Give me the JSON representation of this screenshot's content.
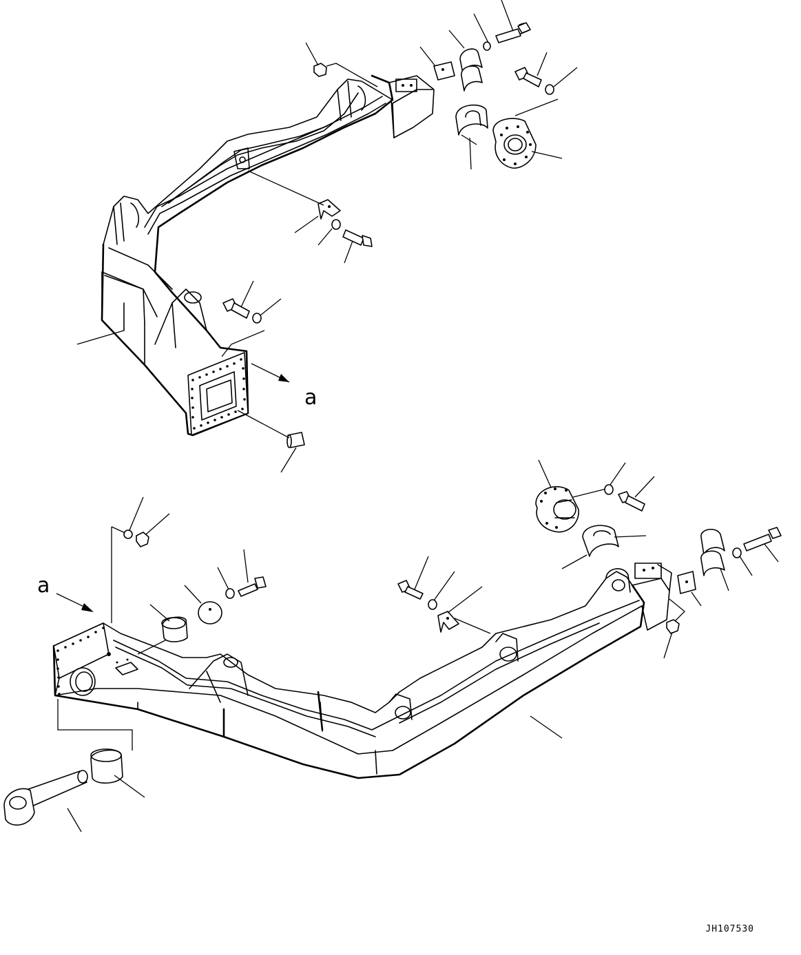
{
  "diagram": {
    "view_marker_label": "a",
    "view_marker_label_lower": "a",
    "drawing_id": "JH107530"
  }
}
